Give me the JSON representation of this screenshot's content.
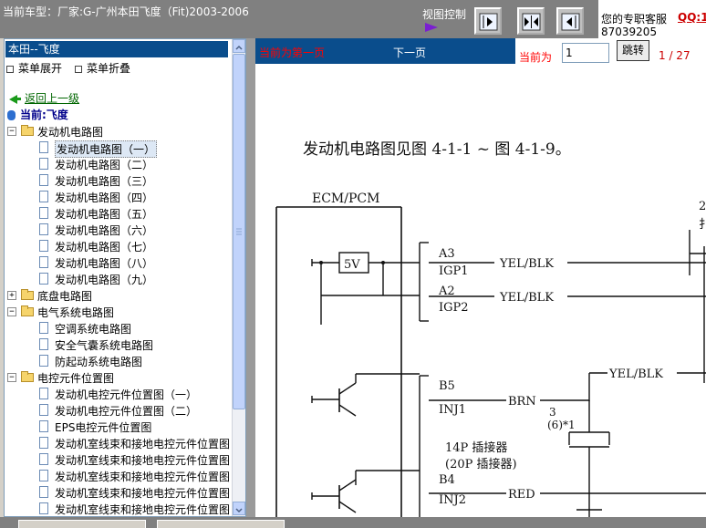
{
  "header": {
    "car_info": "当前车型：厂家:G-广州本田飞度（Fit)2003-2006",
    "view_control": "视图控制",
    "service_label": "您的专职客服",
    "qq_label": "QQ:1",
    "phone": "87039205"
  },
  "view_buttons": [
    {
      "name": "expand-right",
      "icon": "arrow-right-icon"
    },
    {
      "name": "split-center",
      "icon": "split-arrows-icon"
    },
    {
      "name": "expand-left",
      "icon": "arrow-left-icon"
    }
  ],
  "left_panel": {
    "title": "本田--飞度",
    "expand_all": "菜单展开",
    "collapse_all": "菜单折叠",
    "back_link": "返回上一级",
    "current_node": "当前:飞度"
  },
  "tree": [
    {
      "label": "发动机电路图",
      "level": 0,
      "type": "folder",
      "expanded": true
    },
    {
      "label": "发动机电路图（一）",
      "level": 1,
      "type": "doc",
      "selected": true
    },
    {
      "label": "发动机电路图（二）",
      "level": 1,
      "type": "doc"
    },
    {
      "label": "发动机电路图（三）",
      "level": 1,
      "type": "doc"
    },
    {
      "label": "发动机电路图（四）",
      "level": 1,
      "type": "doc"
    },
    {
      "label": "发动机电路图（五）",
      "level": 1,
      "type": "doc"
    },
    {
      "label": "发动机电路图（六）",
      "level": 1,
      "type": "doc"
    },
    {
      "label": "发动机电路图（七）",
      "level": 1,
      "type": "doc"
    },
    {
      "label": "发动机电路图（八）",
      "level": 1,
      "type": "doc"
    },
    {
      "label": "发动机电路图（九）",
      "level": 1,
      "type": "doc"
    },
    {
      "label": "底盘电路图",
      "level": 0,
      "type": "folder",
      "expanded": false
    },
    {
      "label": "电气系统电路图",
      "level": 0,
      "type": "folder",
      "expanded": true
    },
    {
      "label": "空调系统电路图",
      "level": 1,
      "type": "doc"
    },
    {
      "label": "安全气囊系统电路图",
      "level": 1,
      "type": "doc"
    },
    {
      "label": "防起动系统电路图",
      "level": 1,
      "type": "doc"
    },
    {
      "label": "电控元件位置图",
      "level": 0,
      "type": "folder",
      "expanded": true
    },
    {
      "label": "发动机电控元件位置图（一）",
      "level": 1,
      "type": "doc"
    },
    {
      "label": "发动机电控元件位置图（二）",
      "level": 1,
      "type": "doc"
    },
    {
      "label": "EPS电控元件位置图",
      "level": 1,
      "type": "doc"
    },
    {
      "label": "发动机室线束和接地电控元件位置图",
      "level": 1,
      "type": "doc"
    },
    {
      "label": "发动机室线束和接地电控元件位置图",
      "level": 1,
      "type": "doc"
    },
    {
      "label": "发动机室线束和接地电控元件位置图",
      "level": 1,
      "type": "doc"
    },
    {
      "label": "发动机室线束和接地电控元件位置图",
      "level": 1,
      "type": "doc"
    },
    {
      "label": "发动机室线束和接地电控元件位置图",
      "level": 1,
      "type": "doc"
    }
  ],
  "page_nav": {
    "current_first": "当前为第一页",
    "next_page": "下一页",
    "current_label": "当前为",
    "page_value": "1",
    "goto_button": "跳转",
    "page_count": "1 / 27"
  },
  "document": {
    "heading": "发动机电路图见图 4-1-1 ~ 图 4-1-9。",
    "ecm_label": "ECM/PCM",
    "v5": "5V",
    "a3": "A3",
    "igp1": "IGP1",
    "a2": "A2",
    "igp2": "IGP2",
    "b5": "B5",
    "inj1": "INJ1",
    "b4": "B4",
    "inj2": "INJ2",
    "yel_blk": "YEL/BLK",
    "brn": "BRN",
    "red": "RED",
    "pin3": "3",
    "pin6": "(6)*1",
    "conn14": "14P 插接器",
    "conn20": "(20P 插接器)",
    "edge_top": "2",
    "edge_top2": "扌"
  },
  "colors": {
    "header_bg": "#808080",
    "nav_bg": "#0a4d8c",
    "accent_red": "#ff0000"
  }
}
